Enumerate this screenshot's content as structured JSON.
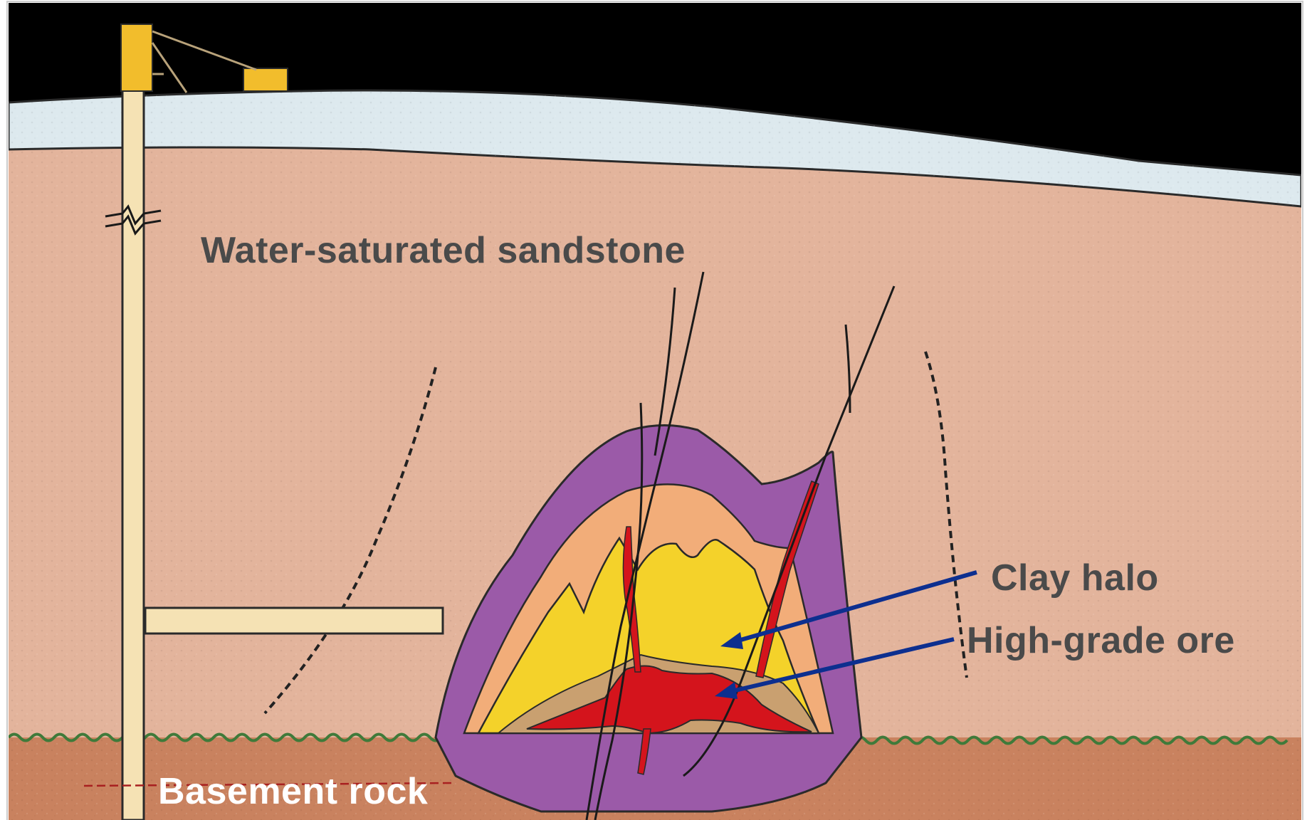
{
  "labels": {
    "sandstone": "Water-saturated sandstone",
    "clay_halo": "Clay halo",
    "high_grade_ore": "High-grade ore",
    "basement": "Basement rock"
  },
  "colors": {
    "sky": "#000000",
    "surface_cover": "#dde9ee",
    "sandstone": "#e3b49c",
    "basement": "#c9825f",
    "unconformity": "#3f7a3a",
    "clay_halo": "#9b5aa8",
    "alteration_outer": "#f2ad79",
    "alteration_inner": "#f4d22a",
    "ore": "#d4141c",
    "arrow": "#0d2f8f",
    "shaft": "#f5e2b4",
    "headframe": "#f2bd2c"
  }
}
